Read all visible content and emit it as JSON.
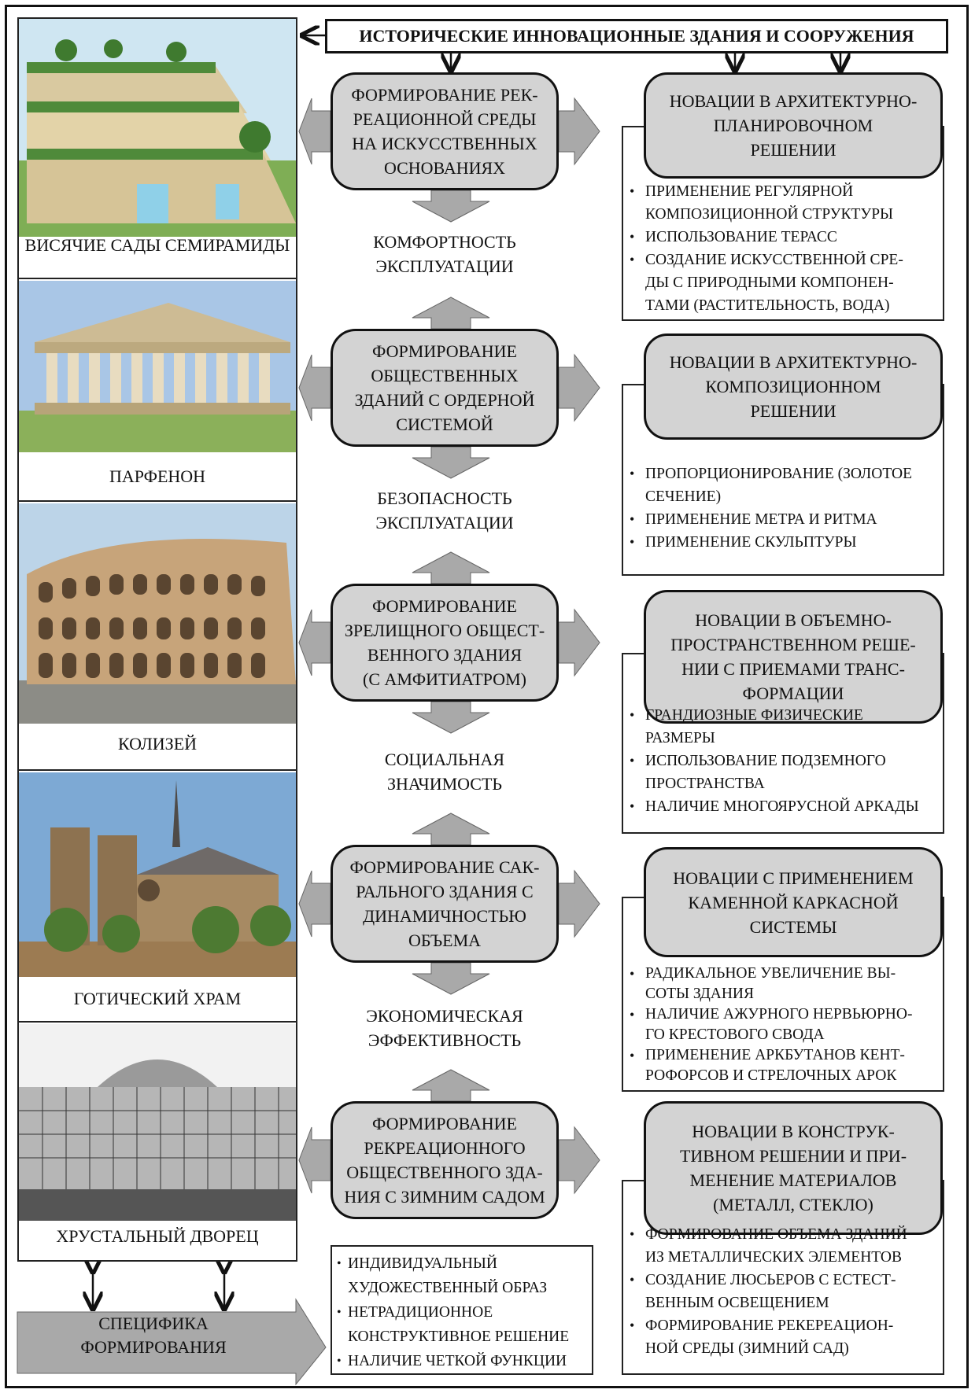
{
  "title": "ИСТОРИЧЕСКИЕ ИННОВАЦИОННЫЕ ЗДАНИЯ И СООРУЖЕНИЯ",
  "buildings": [
    {
      "caption": "ВИСЯЧИЕ САДЫ\nСЕМИРАМИДЫ"
    },
    {
      "caption": "ПАРФЕНОН"
    },
    {
      "caption": "КОЛИЗЕЙ"
    },
    {
      "caption": "ГОТИЧЕСКИЙ ХРАМ"
    },
    {
      "caption": "ХРУСТАЛЬНЫЙ ДВОРЕЦ"
    }
  ],
  "formation": [
    "ФОРМИРОВАНИЕ РЕК-\nРЕАЦИОННОЙ СРЕДЫ\nНА ИСКУССТВЕННЫХ\nОСНОВАНИЯХ",
    "ФОРМИРОВАНИЕ\nОБЩЕСТВЕННЫХ\nЗДАНИЙ С ОРДЕРНОЙ\nСИСТЕМОЙ",
    "ФОРМИРОВАНИЕ\nЗРЕЛИЩНОГО ОБЩЕСТ-\nВЕННОГО ЗДАНИЯ\n(С АМФИТИАТРОМ)",
    "ФОРМИРОВАНИЕ САК-\nРАЛЬНОГО ЗДАНИЯ С\nДИНАМИЧНОСТЬЮ\nОБЪЕМА",
    "ФОРМИРОВАНИЕ\nРЕКРЕАЦИОННОГО\nОБЩЕСТВЕННОГО ЗДА-\nНИЯ С ЗИМНИМ САДОМ"
  ],
  "benefits": [
    "КОМФОРТНОСТЬ\nЭКСПЛУАТАЦИИ",
    "БЕЗОПАСНОСТЬ\nЭКСПЛУАТАЦИИ",
    "СОЦИАЛЬНАЯ\nЗНАЧИМОСТЬ",
    "ЭКОНОМИЧЕСКАЯ\nЭФФЕКТИВНОСТЬ"
  ],
  "innovations": [
    {
      "title": "НОВАЦИИ В АРХИТЕКТУРНО-\nПЛАНИРОВОЧНОМ\nРЕШЕНИИ",
      "items": [
        "ПРИМЕНЕНИЕ РЕГУЛЯРНОЙ\nКОМПОЗИЦИОННОЙ СТРУКТУРЫ",
        "ИСПОЛЬЗОВАНИЕ ТЕРАСС",
        "СОЗДАНИЕ ИСКУССТВЕННОЙ СРЕ-\nДЫ С ПРИРОДНЫМИ КОМПОНЕН-\nТАМИ (РАСТИТЕЛЬНОСТЬ, ВОДА)"
      ]
    },
    {
      "title": "НОВАЦИИ В АРХИТЕКТУРНО-\nКОМПОЗИЦИОННОМ\nРЕШЕНИИ",
      "items": [
        "ПРОПОРЦИОНИРОВАНИЕ (ЗОЛОТОЕ\nСЕЧЕНИЕ)",
        "ПРИМЕНЕНИЕ МЕТРА И РИТМА",
        "ПРИМЕНЕНИЕ СКУЛЬПТУРЫ"
      ]
    },
    {
      "title": "НОВАЦИИ В ОБЪЕМНО-\nПРОСТРАНСТВЕННОМ РЕШЕ-\nНИИ С ПРИЕМАМИ ТРАНС-\nФОРМАЦИИ",
      "items": [
        "ГРАНДИОЗНЫЕ ФИЗИЧЕСКИЕ\nРАЗМЕРЫ",
        "ИСПОЛЬЗОВАНИЕ ПОДЗЕМНОГО\nПРОСТРАНСТВА",
        "НАЛИЧИЕ МНОГОЯРУСНОЙ АРКАДЫ"
      ]
    },
    {
      "title": "НОВАЦИИ С ПРИМЕНЕНИЕМ\nКАМЕННОЙ КАРКАСНОЙ\nСИСТЕМЫ",
      "items": [
        "РАДИКАЛЬНОЕ УВЕЛИЧЕНИЕ ВЫ-\nСОТЫ ЗДАНИЯ",
        "НАЛИЧИЕ АЖУРНОГО  НЕРВЬЮРНО-\nГО КРЕСТОВОГО СВОДА",
        "ПРИМЕНЕНИЕ АРКБУТАНОВ КЕНТ-\nРОФОРСОВ И СТРЕЛОЧНЫХ АРОК"
      ]
    },
    {
      "title": "НОВАЦИИ В КОНСТРУК-\nТИВНОМ РЕШЕНИИ И ПРИ-\nМЕНЕНИЕ МАТЕРИАЛОВ\n(МЕТАЛЛ, СТЕКЛО)",
      "items": [
        "ФОРМИРОВАНИЕ ОБЪЕМА ЗДАНИЙ\nИЗ МЕТАЛЛИЧЕСКИХ ЭЛЕМЕНТОВ",
        "СОЗДАНИЕ ЛЮСЬЕРОВ  С ЕСТЕСТ-\nВЕННЫМ ОСВЕЩЕНИЕМ",
        "ФОРМИРОВАНИЕ РЕКЕРЕАЦИОН-\nНОЙ СРЕДЫ (ЗИМНИЙ САД)"
      ]
    }
  ],
  "specifics": {
    "label": "СПЕЦИФИКА\nФОРМИРОВАНИЯ",
    "items": [
      "ИНДИВИДУАЛЬНЫЙ\nХУДОЖЕСТВЕННЫЙ ОБРАЗ",
      "НЕТРАДИЦИОННОЕ\nКОНСТРУКТИВНОЕ РЕШЕНИЕ",
      "НАЛИЧИЕ ЧЕТКОЙ ФУНКЦИИ"
    ]
  },
  "colors": {
    "arrow_fill": "#a9a9a9",
    "pill_fill": "#d3d3d3",
    "border": "#111111"
  }
}
